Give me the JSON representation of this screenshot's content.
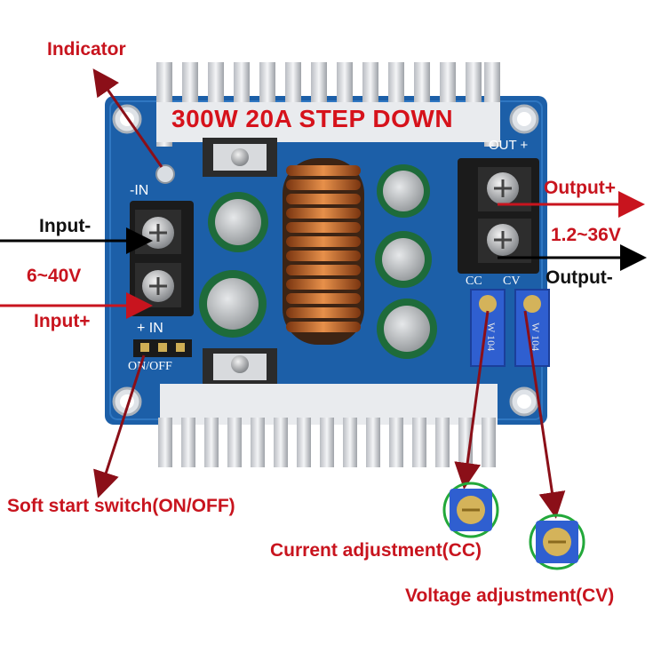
{
  "title": "300W 20A STEP DOWN",
  "labels": {
    "indicator": "Indicator",
    "input_minus": "Input-",
    "input_range": "6~40V",
    "input_plus": "Input+",
    "output_plus": "Output+",
    "output_range": "1.2~36V",
    "output_minus": "Output-",
    "soft_start": "Soft start switch(ON/OFF)",
    "current_adj": "Current adjustment(CC)",
    "voltage_adj": "Voltage adjustment(CV)"
  },
  "silkscreen": {
    "in_minus": "-IN",
    "in_plus": "+ IN",
    "out_plus": "OUT +",
    "cc": "CC",
    "cv": "CV",
    "on_off": "ON/OFF",
    "pot_code": "W 104"
  },
  "colors": {
    "label_red": "#c8141e",
    "pcb_blue": "#1c5fa8",
    "arrow_dark_red": "#8b0f18",
    "highlight_green": "#22a83a"
  }
}
